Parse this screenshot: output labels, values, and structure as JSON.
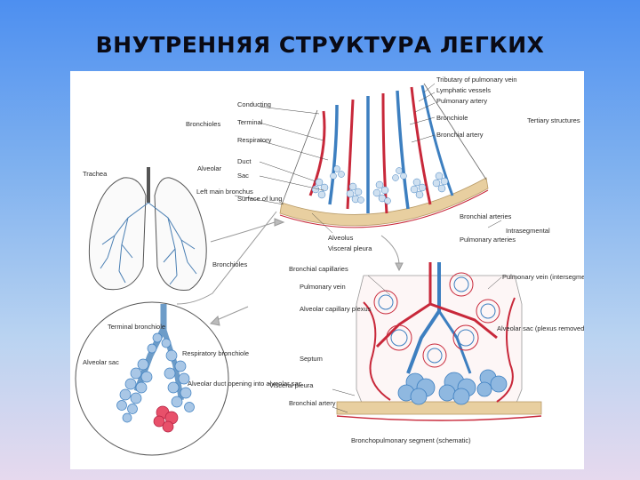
{
  "slide": {
    "title": "ВНУТРЕННЯЯ СТРУКТУРА ЛЕГКИХ"
  },
  "colors": {
    "background_top": "#4d8ff0",
    "background_bottom": "#e6d9ee",
    "artery": "#c8283a",
    "vein": "#3d7fc0",
    "alveoli": "#8fb8e0",
    "pleura": "#e8cfa0"
  },
  "labels": {
    "tributary_pulmonary_vein": "Tributary of pulmonary vein",
    "lymphatic_vessels": "Lymphatic vessels",
    "pulmonary_artery": "Pulmonary artery",
    "bronchiole": "Bronchiole",
    "bronchial_artery": "Bronchial artery",
    "tertiary_structures": "Tertiary structures",
    "conducting": "Conducting",
    "terminal": "Terminal",
    "respiratory": "Respiratory",
    "bronchioles": "Bronchioles",
    "duct": "Duct",
    "sac": "Sac",
    "alveolar": "Alveolar",
    "trachea": "Trachea",
    "left_main_bronchus": "Left main bronchus",
    "surface_of_lung": "Surface of lung",
    "alveolus": "Alveolus",
    "visceral_pleura": "Visceral pleura",
    "bronchioles_bottom": "Bronchioles",
    "bronchial_capillaries": "Bronchial capillaries",
    "bronchial_arteries": "Bronchial arteries",
    "pulmonary_arteries": "Pulmonary arteries",
    "intrasegmental": "Intrasegmental",
    "pulmonary_vein_left": "Pulmonary vein",
    "alveolar_capillary_plexus": "Alveolar capillary plexus",
    "septum": "Septum",
    "visceral_pleura_2": "Visceral pleura",
    "bronchial_artery_2": "Bronchial artery",
    "pulmonary_vein_intersegmental": "Pulmonary vein (intersegmental)",
    "alveolar_sac_plexus_removed": "Alveolar sac (plexus removed)",
    "bronchopulmonary_segment": "Bronchopulmonary segment (schematic)",
    "terminal_bronchiole": "Terminal bronchiole",
    "respiratory_bronchiole": "Respiratory bronchiole",
    "alveolar_sac": "Alveolar sac",
    "alveolar_duct_opening": "Alveolar duct opening into alveolar sac"
  }
}
